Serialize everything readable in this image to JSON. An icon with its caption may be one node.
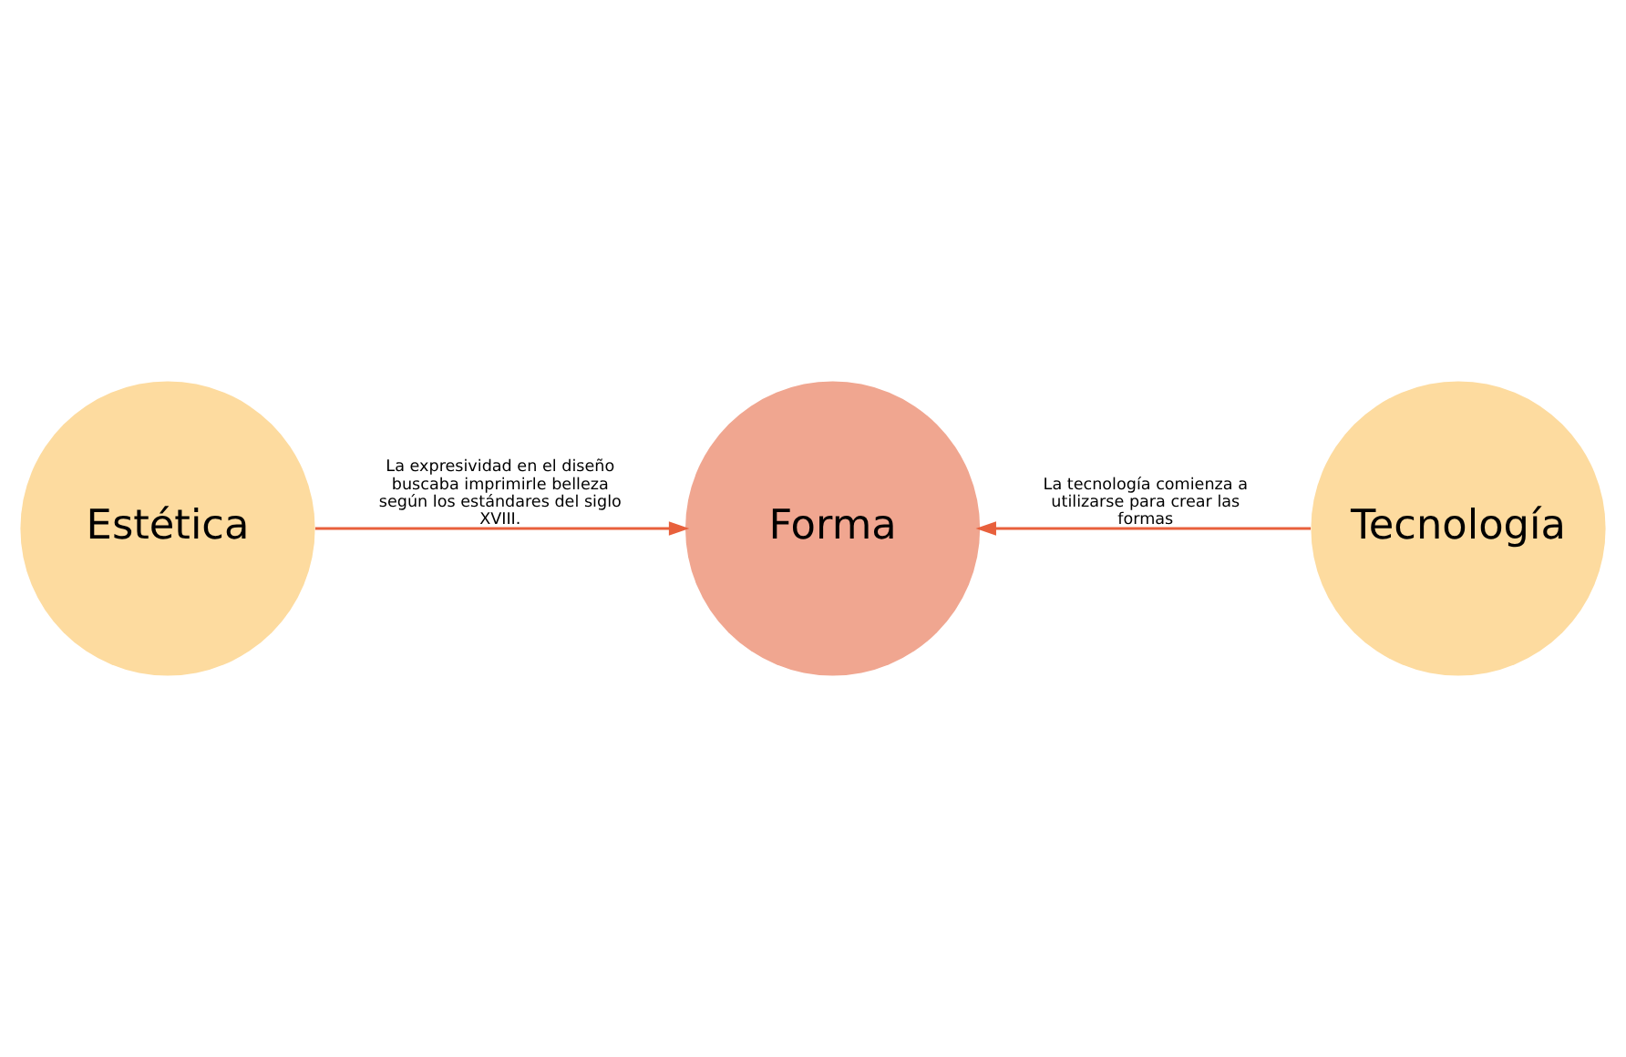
{
  "diagram": {
    "nodes": [
      {
        "text": [
          "Estética"
        ]
      },
      {
        "text": [
          "Forma"
        ]
      },
      {
        "text": [
          "Tecnología"
        ]
      }
    ],
    "edges": [
      {
        "from": 0,
        "to": 1,
        "arrow": "to",
        "label": "La expresividad en el diseño buscaba imprimirle belleza según los estándares del siglo XVIII."
      },
      {
        "from": 2,
        "to": 1,
        "arrow": "to",
        "label": "La tecnología comienza a utilizarse para crear las formas"
      }
    ]
  }
}
